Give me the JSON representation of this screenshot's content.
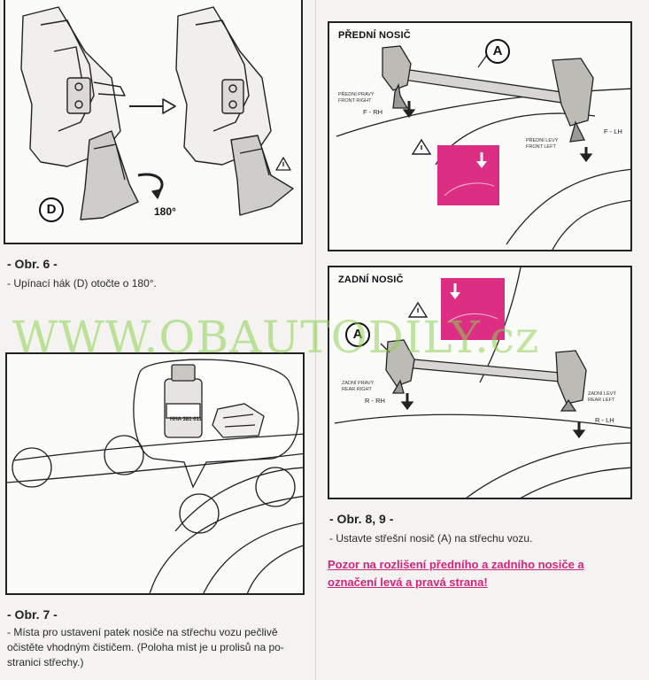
{
  "fig6": {
    "callout_letter": "D",
    "rotation_label": "180°",
    "caption_title": "- Obr. 6 -",
    "caption_text": "- Upínací hák (D) otočte o 180°."
  },
  "fig7": {
    "bottle_label": "HHA 381 011",
    "caption_title": "- Obr. 7 -",
    "caption_lines": [
      "- Místa pro ustavení patek nosiče na střechu vozu pečlivě",
      "očistěte vhodným čističem. (Poloha míst je u prolisů na po-",
      "stranici střechy.)"
    ]
  },
  "fig8": {
    "heading": "PŘEDNÍ NOSIČ",
    "callout_letter": "A",
    "right_label_cz": "PŘEDNÍ PRAVÝ",
    "right_label_en": "FRONT RIGHT",
    "right_code": "F - RH",
    "left_label_cz": "PŘEDNÍ LEVÝ",
    "left_label_en": "FRONT LEFT",
    "left_code": "F - LH"
  },
  "fig9": {
    "heading": "ZADNÍ NOSIČ",
    "callout_letter": "A",
    "right_label_cz": "ZADNÍ PRAVÝ",
    "right_label_en": "REAR RIGHT",
    "right_code": "R - RH",
    "left_label_cz": "ZADNÍ LEVÝ",
    "left_label_en": "REAR LEFT",
    "left_code": "R - LH"
  },
  "fig89": {
    "caption_title": "- Obr. 8, 9 -",
    "caption_text": "- Ustavte střešní nosič (A) na střechu vozu."
  },
  "warning": {
    "line1": "Pozor na rozlišení předního a zadního nosiče a",
    "line2": "označení levá a pravá strana!"
  },
  "watermark": "WWW.OBAUTODILY.cz",
  "colors": {
    "accent": "#d4237a",
    "watermark": "#8cd250"
  }
}
